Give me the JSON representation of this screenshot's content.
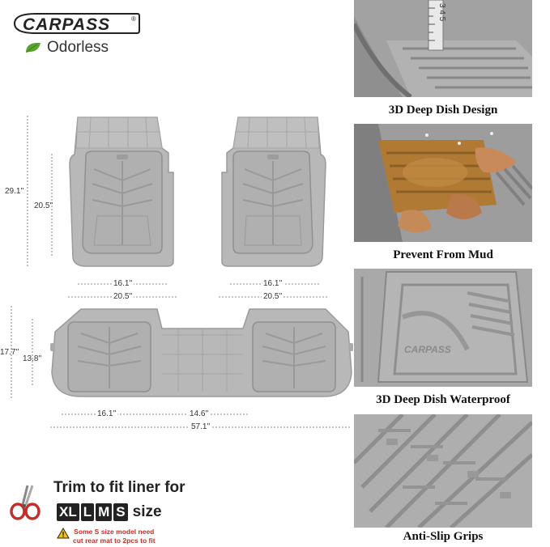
{
  "brand": {
    "name": "CARPASS",
    "registered_mark": "®",
    "tagline": "Odorless"
  },
  "front_mats": {
    "height_total": "29.1''",
    "height_inner": "20.5''",
    "left_width_inner": "16.1''",
    "left_width_total": "20.5''",
    "right_width_inner": "16.1''",
    "right_width_total": "20.5''"
  },
  "rear_mat": {
    "height_total": "17.7''",
    "height_inner": "13.8''",
    "width_left": "16.1''",
    "width_right": "14.6''",
    "width_total": "57.1''"
  },
  "features": [
    {
      "caption": "3D Deep Dish Design",
      "ruler_marks": "3 4 5"
    },
    {
      "caption": "Prevent From Mud"
    },
    {
      "caption": "3D Deep Dish Waterproof",
      "stamp": "CARPASS"
    },
    {
      "caption": "Anti-Slip Grips"
    }
  ],
  "trim": {
    "title": "Trim to fit liner for",
    "sizes": [
      "XL",
      "L",
      "M",
      "S"
    ],
    "size_word": "size",
    "warning_line1": "Some S size model need",
    "warning_line2": "cut rear mat to 2pcs to fit"
  },
  "colors": {
    "mat_gray": "#b8b8b8",
    "mat_dark": "#9a9a9a",
    "warning_red": "#c0302a",
    "leaf_green": "#5aa52e",
    "badge_black": "#222222"
  }
}
